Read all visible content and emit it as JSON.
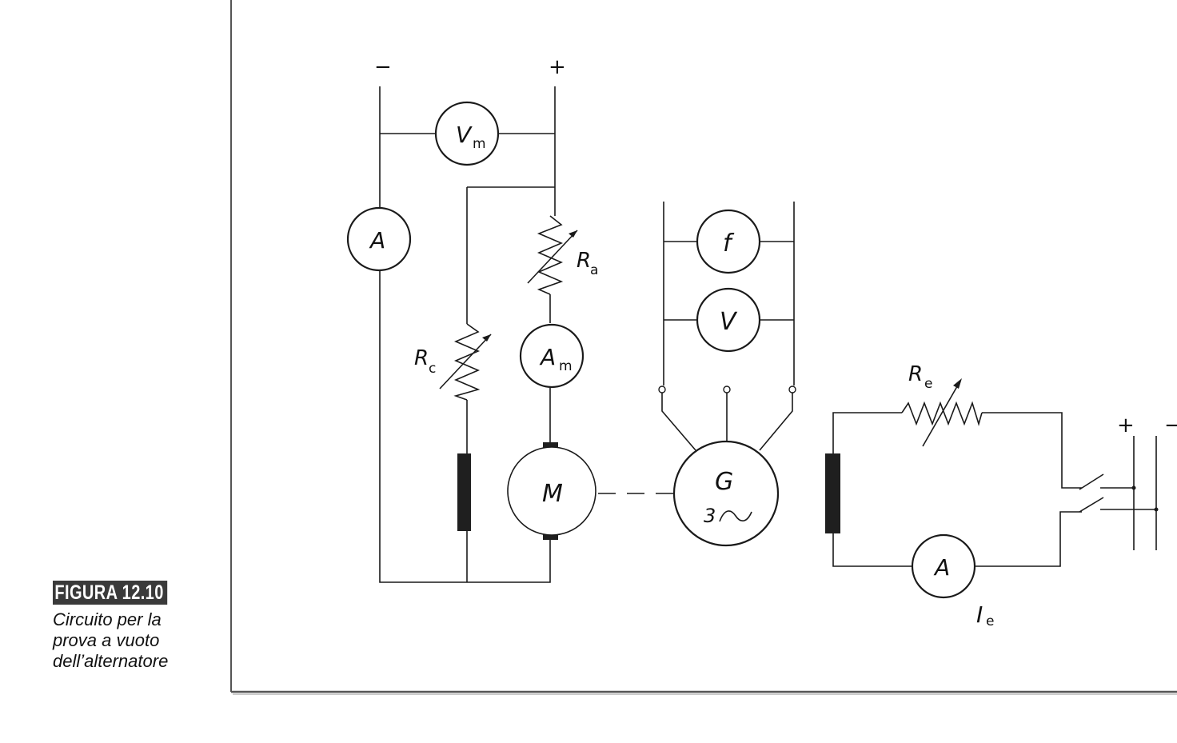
{
  "caption": {
    "figure_label": "FIGURA 12.10",
    "text": "Circuito per la\nprova a vuoto\ndell’alternatore"
  },
  "labels": {
    "dc_minus": "−",
    "dc_plus": "+",
    "vm_main": "V",
    "vm_sub": "m",
    "ammeter_line": "A",
    "ra_main": "R",
    "ra_sub": "a",
    "rc_main": "R",
    "rc_sub": "c",
    "am_main": "A",
    "am_sub": "m",
    "motor": "M",
    "freq": "f",
    "volt": "V",
    "gen_main": "G",
    "gen_sub": "3",
    "re_main": "R",
    "re_sub": "e",
    "exc_ammeter": "A",
    "ie_main": "I",
    "ie_sub": "e",
    "exc_plus": "+",
    "exc_minus": "−"
  }
}
